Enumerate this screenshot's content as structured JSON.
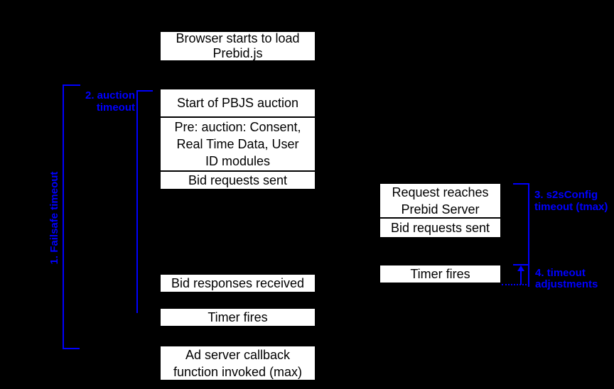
{
  "colors": {
    "background": "#000000",
    "box_background": "#ffffff",
    "box_text": "#000000",
    "annotation_blue": "#0000ff"
  },
  "timeline_page": {
    "browser_load": [
      "Browser starts to load",
      "Prebid.js"
    ],
    "auction_stack": {
      "start_auction": "Start of PBJS auction",
      "pre_auction": [
        "Pre: auction: Consent,",
        "Real Time Data, User",
        "ID modules"
      ],
      "bid_requests_sent": "Bid requests sent"
    },
    "bid_responses_received": "Bid responses received",
    "timer_fires": "Timer fires",
    "ad_server_callback": [
      "Ad server callback",
      "function invoked (max)"
    ]
  },
  "timeline_server": {
    "server_stack": {
      "request_reaches": [
        "Request reaches",
        "Prebid Server"
      ],
      "bid_requests_sent": "Bid requests sent"
    },
    "timer_fires": "Timer fires"
  },
  "annotations": {
    "failsafe_timeout": "1. Failsafe timeout",
    "auction_timeout": [
      "2. auction",
      "timeout"
    ],
    "s2sconfig_timeout": [
      "3. s2sConfig",
      "timeout (tmax)"
    ],
    "timeout_adjustments": [
      "4. timeout",
      "adjustments"
    ]
  }
}
